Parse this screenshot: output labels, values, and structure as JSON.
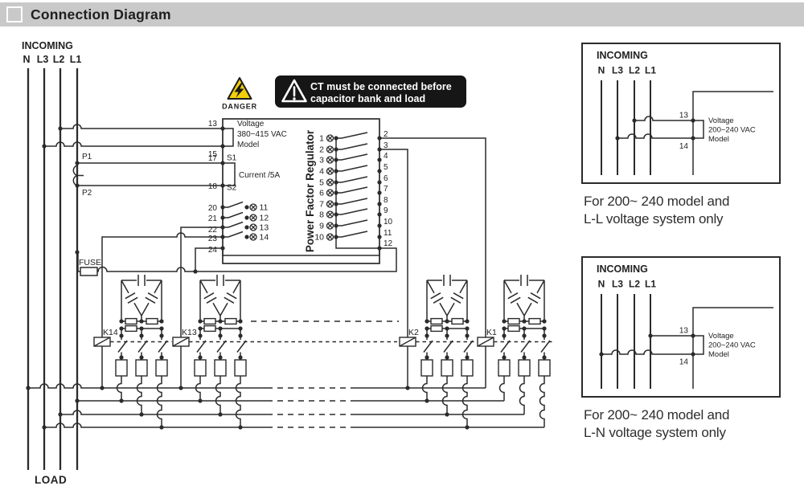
{
  "title_bar": {
    "title": "Connection Diagram"
  },
  "colors": {
    "header_bar": "#c9c9c9",
    "warning_bg": "#161616",
    "danger_yellow": "#f2cf0a",
    "line": "#2b2b2b"
  },
  "incoming": {
    "heading": "INCOMING",
    "lines": [
      "N",
      "L3",
      "L2",
      "L1"
    ]
  },
  "ct": {
    "p1": "P1",
    "p2": "P2"
  },
  "fuse": {
    "label": "FUSE"
  },
  "load": {
    "label": "LOAD"
  },
  "danger": {
    "label": "DANGER"
  },
  "warning": {
    "line1": "CT must be connected before",
    "line2": "capacitor bank and load"
  },
  "regulator": {
    "name": "Power Factor Regulator",
    "voltage_label": {
      "l1": "Voltage",
      "l2": "380~415 VAC",
      "l3": "Model"
    },
    "current_label": "Current /5A",
    "s1": "S1",
    "s2": "S2",
    "left_terminals": [
      "13",
      "15",
      "17",
      "18",
      "20",
      "21",
      "22",
      "23",
      "24"
    ],
    "right_terminals": [
      "2",
      "3",
      "4",
      "5",
      "6",
      "7",
      "8",
      "9",
      "10",
      "11",
      "12"
    ],
    "contact_numbers": [
      "1",
      "2",
      "3",
      "4",
      "5",
      "6",
      "7",
      "8",
      "9",
      "10"
    ],
    "aux_numbers": [
      "11",
      "12",
      "13",
      "14"
    ]
  },
  "contactors": [
    "K14",
    "K13",
    "K2",
    "K1"
  ],
  "panels": [
    {
      "heading": "INCOMING",
      "lines": [
        "N",
        "L3",
        "L2",
        "L1"
      ],
      "t13": "13",
      "t14": "14",
      "voltage": {
        "l1": "Voltage",
        "l2": "200~240 VAC",
        "l3": "Model"
      },
      "caption_line1": "For 200~ 240 model and",
      "caption_line2": "L-L voltage system only"
    },
    {
      "heading": "INCOMING",
      "lines": [
        "N",
        "L3",
        "L2",
        "L1"
      ],
      "t13": "13",
      "t14": "14",
      "voltage": {
        "l1": "Voltage",
        "l2": "200~240 VAC",
        "l3": "Model"
      },
      "caption_line1": "For 200~ 240 model and",
      "caption_line2": "L-N voltage system only"
    }
  ]
}
